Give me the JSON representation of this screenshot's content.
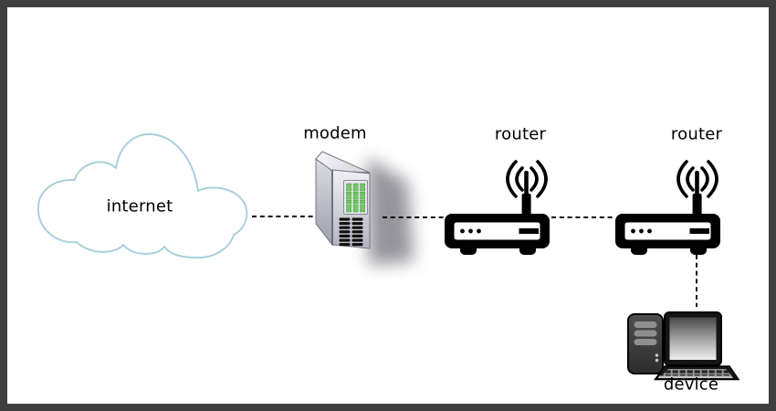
{
  "diagram": {
    "type": "network-diagram",
    "nodes": [
      {
        "id": "internet",
        "label": "internet",
        "icon": "cloud-icon"
      },
      {
        "id": "modem",
        "label": "modem",
        "icon": "server-tower-icon"
      },
      {
        "id": "router-1",
        "label": "router",
        "icon": "wireless-router-icon"
      },
      {
        "id": "router-2",
        "label": "router",
        "icon": "wireless-router-icon"
      },
      {
        "id": "device",
        "label": "device",
        "icon": "desktop-computer-icon"
      }
    ],
    "connections": [
      {
        "from": "internet",
        "to": "modem",
        "style": "dashed"
      },
      {
        "from": "modem",
        "to": "router-1",
        "style": "dashed"
      },
      {
        "from": "router-1",
        "to": "router-2",
        "style": "dashed"
      },
      {
        "from": "router-2",
        "to": "device",
        "style": "dashed"
      }
    ],
    "colors": {
      "frame_border": "#3f3f3f",
      "background": "#ffffff",
      "cloud_outline": "#a9d0dc",
      "connection_line": "#000000",
      "label_text": "#000000",
      "modem_led_green": "#6fcf5f"
    }
  }
}
